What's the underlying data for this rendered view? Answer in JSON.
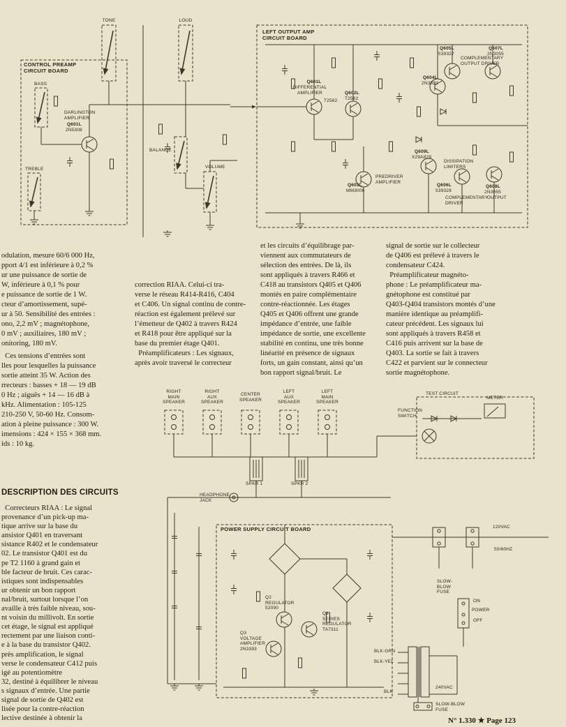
{
  "page": {
    "footer": "N° 1.330 ★ Page 123"
  },
  "top": {
    "control": {
      "title": "CONTROL PREAMP\nCIRCUIT BOARD",
      "tone": "TONE",
      "loud": "LOUD",
      "bass": "BASS",
      "treble": "TREBLE",
      "balance": "BALANCE",
      "volume": "VOLUME",
      "darl_role": "DARLINGTON\nAMPLIFIER",
      "darl_ref": "Q601L",
      "darl_part": "2N5308"
    },
    "output": {
      "title": "LEFT OUTPUT AMP\nCIRCUIT BOARD",
      "q601l_ref": "Q601L",
      "q601l_role": "DIFFERENTIAL\nAMPLIFIER",
      "q601l_part": "T2582",
      "q602l_ref": "Q602L",
      "q602l_part": "T2582",
      "q603l_ref": "Q603L",
      "q603l_part": "MM3006",
      "q603l_role": "PREDRIVER\nAMPLIFIER",
      "q604l_ref": "Q604L",
      "q604l_part": "2N3393",
      "q605l_ref": "Q605L",
      "q605l_part": "539327",
      "q605l_role": "COMPLEMENTARY\nOUTPUT DRIVER",
      "q607l_ref": "Q607L",
      "q607l_part": "2N3055",
      "q609l_ref": "Q609L",
      "q609l_part": "X29A829",
      "dissipation": "DISSIPATION\nLIMITERS",
      "q606l_ref": "Q606L",
      "q606l_part": "539328",
      "q606l_role": "COMPLEMENTARY\nDRIVER",
      "q608l_ref": "Q608L",
      "q608l_part": "2N3055",
      "q608l_role": "OUTPUT"
    }
  },
  "bottom": {
    "spk1": "RIGHT\nMAIN\nSPEAKER",
    "spk2": "RIGHT\nAUX\nSPEAKER",
    "spk3": "CENTER\nSPEAKER",
    "spk4": "LEFT\nAUX\nSPEAKER",
    "spk5": "LEFT\nMAIN\nSPEAKER",
    "test_circuit": "TEST CIRCUIT",
    "meter": "METER",
    "function_switch": "FUNCTION\nSWITCH",
    "headphone": "HEADPHONE\nJACK",
    "spkr1": "SPKR 1",
    "spkr2": "SPKR 2",
    "ps_title": "POWER SUPPLY CIRCUIT BOARD",
    "q2": "Q2\nREGULATOR\n52090",
    "q1": "Q1\nSERIES\nREGULATOR\nTA7311",
    "q3": "Q3\nVOLTAGE\nAMPLIFIER\n2N3393",
    "vac120": "120VAC",
    "hz": "50/60HZ",
    "vac240": "240VAC",
    "fuse_top": "SLOW-\nBLOW\nFUSE",
    "fuse_bottom": "SLOW-BLOW\nFUSE",
    "on": "ON",
    "off": "OFF",
    "power": "POWER",
    "wire_blk_grn": "BLK-GRN",
    "wire_blk_yel": "BLK-YEL",
    "wire_blk": "BLK"
  },
  "article": {
    "left_para1": "odulation, mesure 60/6 000 Hz,\npport 4/1 est inférieure à 0,2 %\nur une puissance de sortie de\nW, inférieure à 0,1 % pour\ne puissance de sortie de 1 W.\ncteur d’amortissement, supé-\nur à 50. Sensibilité des entrées :\nono, 2,2 mV ; magnétophone,\n0 mV ; auxiliaires, 180 mV ;\nonitoring, 180 mV.",
    "left_para2": "  Ces tensions d’entrées sont\nlles pour lesquelles la puissance\nsortie atteint 35 W. Action des\nrrecteurs : basses + 18 — 19 dB\n0 Hz ; aiguës + 14 — 16 dB à\nkHz. Alimentation : 105-125\n210-250 V, 50-60 Hz. Consom-\nation à pleine puissance : 300 W.\nimensions : 424 × 155 × 368 mm.\nids : 10 kg.",
    "heading": "DESCRIPTION DES CIRCUITS",
    "left_para3": "  Correcteurs RIAA : Le signal\nprovenance d’un pick-up ma-\ntique arrive sur la base du\nansistor Q401 en traversant\nsistance R402 et le condensateur\n02. Le transistor Q401 est du\npe T2 1160 à grand gain et\nble facteur de bruit. Ces carac-\nistiques sont indispensables\nur obtenir un bon rapport\nnal/bruit, surtout lorsque l’on\navaille à très faible niveau, sou-\nnt voisin du millivolt. En sortie\ncet étage, le signal est appliqué\nrectement par une liaison conti-\ne à la base du transistor Q402.\nprès amplification, le signal\nverse le condensateur C412 puis\nigé au potentiomètre\n32, destiné à équilibrer le niveau\ns signaux d’entrée. Une partie\nsignal de sortie de Q402 est\nlisée pour la contre-réaction\nlective destinée à obtenir la",
    "mid1": "correction RIAA. Celui-ci tra-\nverse le réseau R414-R416, C404\net C406. Un signal continu de contre-\nréaction est également prélevé sur\nl’émetteur de Q402 à travers R424\net R418 pour être appliqué sur la\nbase du premier étage Q401.\n  Préamplificateurs : Les signaux,\naprès avoir traversé le correcteur",
    "mid2": "et les circuits d’équilibrage par-\nviennent aux commutateurs de\nsélection des entrées. De là, ils\nsont appliqués à travers R466 et\nC418 au transistors Q405 et Q406\nmontés en paire complémentaire\ncontre-réactionnée. Les étages\nQ405 et Q406 offrent une grande\nimpédance d’entrée, une faible\nimpédance de sortie, une excellente\nstabilité en continu, une très bonne\nlinéarité en présence de signaux\nforts, un gain constant, ainsi qu’un\nbon rapport signal/bruit. Le",
    "right": "signal de sortie sur le collecteur\nde Q406 est prélevé à travers le\ncondensateur C424.\n  Préamplificateur magnéto-\nphone : Le préamplificateur ma-\ngnétophone est constitué par\nQ403-Q404 transistors montés d’une\nmanière identique au préamplifi-\ncateur précédent. Les signaux lui\nsont appliqués à travers R458 et\nC416 puis arrivent sur la base de\nQ403. La sortie se fait à travers\nC422 et parvient sur le connecteur\nsortie magnétophone."
  }
}
